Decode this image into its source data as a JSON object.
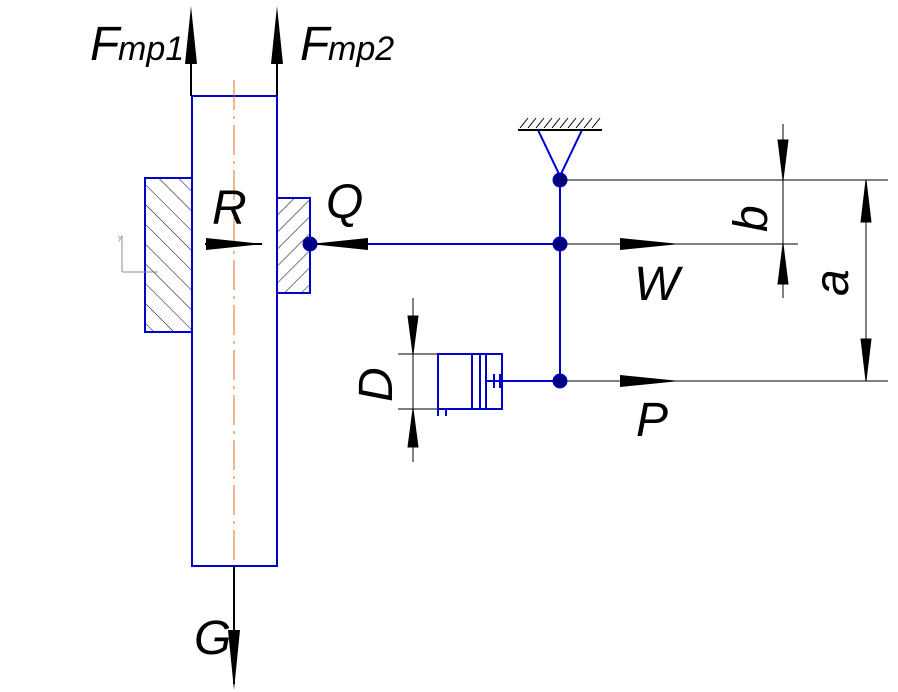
{
  "labels": {
    "fmp1": "Fmp1",
    "fmp2": "Fmp2",
    "r": "R",
    "q": "Q",
    "w": "W",
    "p": "P",
    "g": "G",
    "b": "b",
    "a": "a",
    "d": "D"
  },
  "colors": {
    "structure": "#0000cc",
    "axis": "#e07020",
    "dimension": "#000000",
    "joint": "#000080"
  }
}
